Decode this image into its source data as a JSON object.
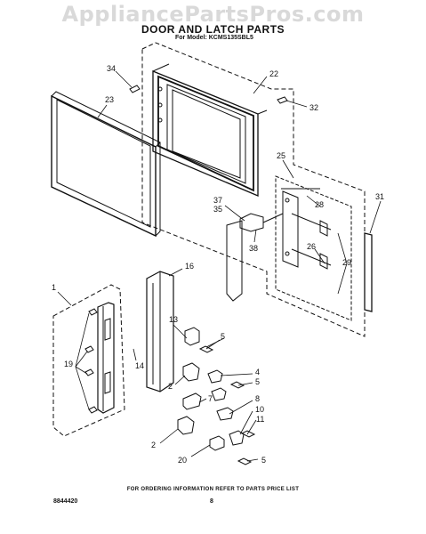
{
  "watermark": "AppliancePartsPros.com",
  "header": {
    "title": "DOOR AND LATCH PARTS",
    "model": "For Model: KCMS135SBL5"
  },
  "callouts": {
    "c1": "1",
    "c2a": "2",
    "c2b": "2",
    "c4": "4",
    "c5a": "5",
    "c5b": "5",
    "c5c": "5",
    "c7": "7",
    "c8": "8",
    "c10": "10",
    "c11": "11",
    "c13": "13",
    "c14": "14",
    "c16": "16",
    "c19": "19",
    "c20": "20",
    "c22": "22",
    "c23": "23",
    "c25": "25",
    "c26": "26",
    "c28": "28",
    "c29": "29",
    "c31": "31",
    "c32": "32",
    "c34": "34",
    "c35": "35",
    "c37": "37",
    "c38": "38"
  },
  "footer": {
    "note": "FOR ORDERING INFORMATION REFER TO PARTS PRICE LIST",
    "code": "8844420",
    "page": "8"
  }
}
